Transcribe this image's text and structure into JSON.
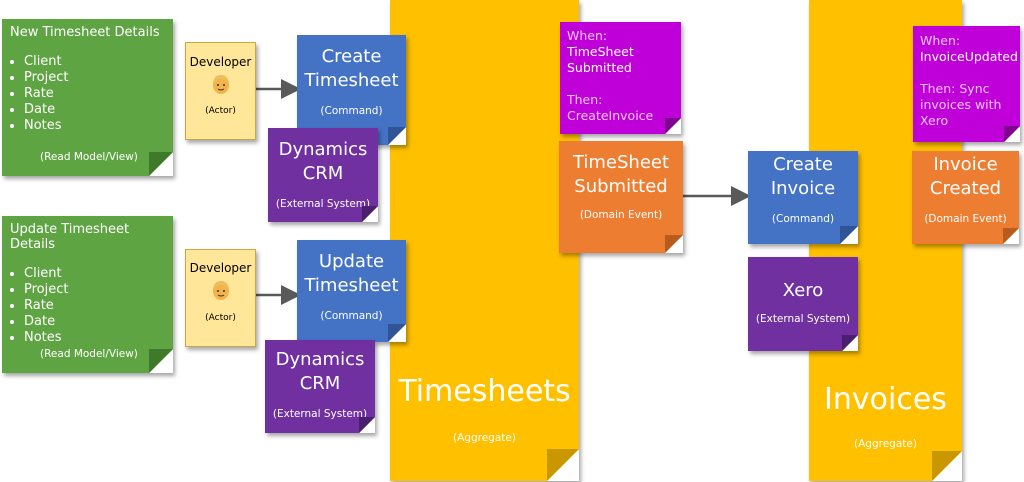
{
  "read_models": [
    {
      "title": "New Timesheet Details",
      "fields": [
        "Client",
        "Project",
        "Rate",
        "Date",
        "Notes"
      ],
      "type": "(Read Model/View)"
    },
    {
      "title": "Update Timesheet Details",
      "fields": [
        "Client",
        "Project",
        "Rate",
        "Date",
        "Notes"
      ],
      "type": "(Read Model/View)"
    }
  ],
  "actors": [
    {
      "name": "Developer",
      "type": "(Actor)"
    },
    {
      "name": "Developer",
      "type": "(Actor)"
    }
  ],
  "commands": {
    "create_timesheet": {
      "line1": "Create",
      "line2": "Timesheet",
      "type": "(Command)"
    },
    "update_timesheet": {
      "line1": "Update",
      "line2": "Timesheet",
      "type": "(Command)"
    },
    "create_invoice": {
      "line1": "Create",
      "line2": "Invoice",
      "type": "(Command)"
    }
  },
  "external_systems": {
    "crm1": {
      "line1": "Dynamics",
      "line2": "CRM",
      "type": "(External System)"
    },
    "crm2": {
      "line1": "Dynamics",
      "line2": "CRM",
      "type": "(External System)"
    },
    "xero": {
      "line1": "Xero",
      "type": "(External System)"
    }
  },
  "aggregates": {
    "timesheets": {
      "name": "Timesheets",
      "type": "(Aggregate)"
    },
    "invoices": {
      "name": "Invoices",
      "type": "(Aggregate)"
    }
  },
  "events": {
    "timesheet_submitted": {
      "line1": "TimeSheet",
      "line2": "Submitted",
      "type": "(Domain Event)"
    },
    "invoice_created": {
      "line1": "Invoice",
      "line2": "Created",
      "type": "(Domain Event)"
    }
  },
  "policies": {
    "policy1": {
      "when_label": "When:",
      "when_line1": "TimeSheet",
      "when_line2": "Submitted",
      "then_label": "Then:",
      "then_value": "CreateInvoice"
    },
    "policy2": {
      "when_label": "When:",
      "when_value": "InvoiceUpdated",
      "then_line1": "Then: Sync",
      "then_line2": "invoices with",
      "then_line3": "Xero"
    }
  },
  "colors": {
    "read_model": "#5fa443",
    "command": "#4472c4",
    "external_system": "#7030a0",
    "domain_event": "#ed7d31",
    "policy": "#c000d8",
    "aggregate": "#ffc000",
    "actor": "#ffe699",
    "connector": "#595959"
  }
}
